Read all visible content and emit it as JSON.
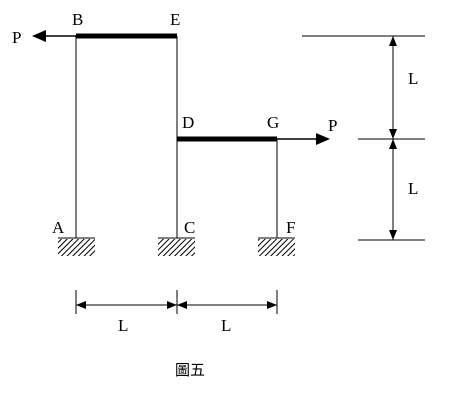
{
  "figure": {
    "caption": "圖五",
    "nodes": {
      "A": "A",
      "B": "B",
      "C": "C",
      "D": "D",
      "E": "E",
      "F": "F",
      "G": "G"
    },
    "loads": {
      "left": "P",
      "right": "P"
    },
    "dimensions": {
      "horizontal_left": "L",
      "horizontal_right": "L",
      "vertical_top": "L",
      "vertical_bottom": "L"
    }
  }
}
